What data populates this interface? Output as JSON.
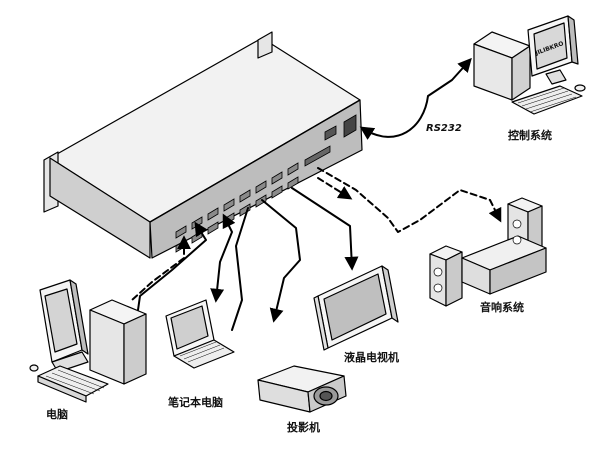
{
  "diagram": {
    "labels": {
      "control_system": "控制系统",
      "rs232": "RS232",
      "audio_system": "音响系统",
      "lcd_tv": "液晶电视机",
      "computer": "电脑",
      "laptop": "笔记本电脑",
      "projector": "投影机"
    },
    "monitor_brand": "JILIBKRO"
  }
}
